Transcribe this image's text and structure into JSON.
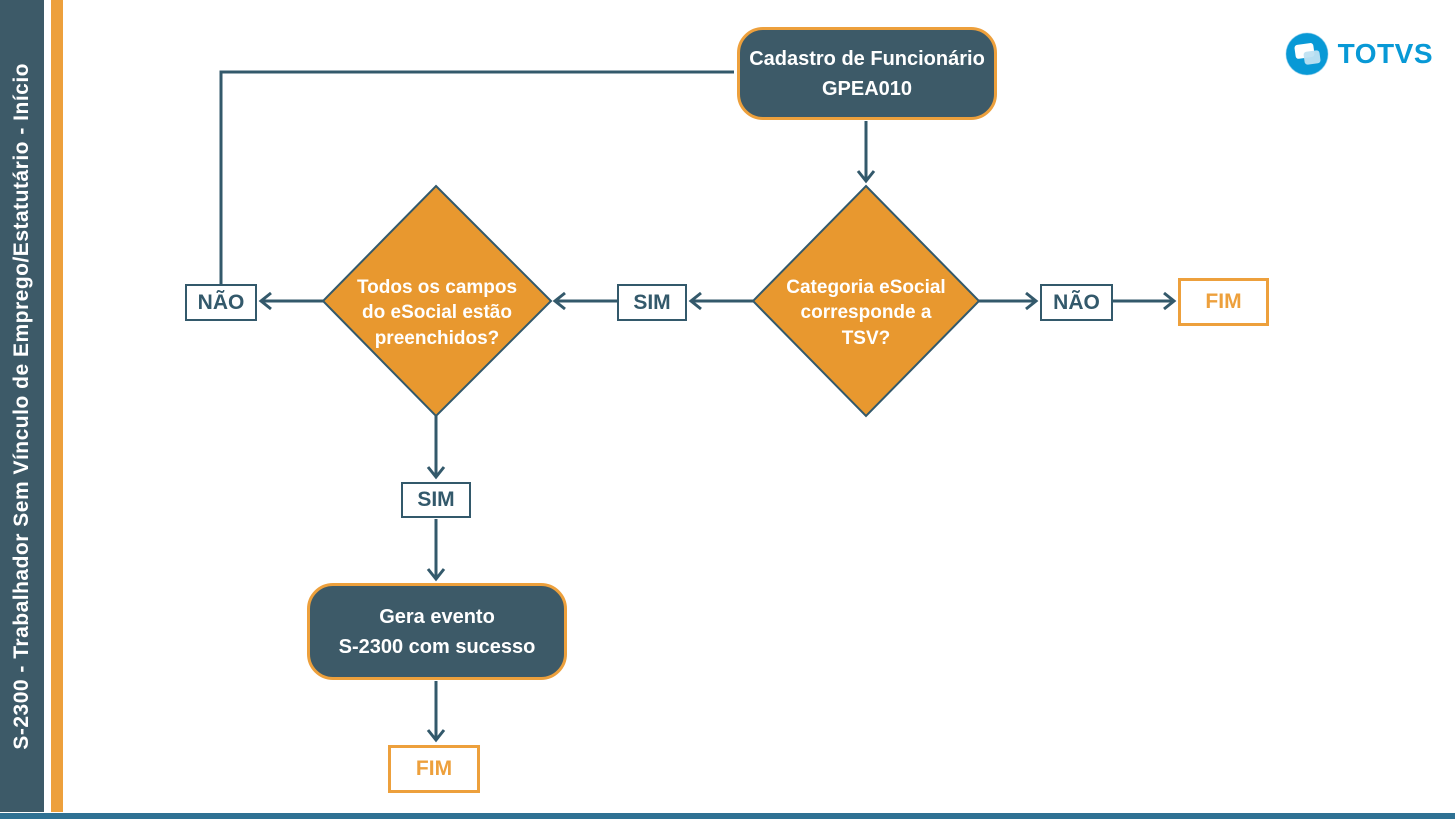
{
  "sidebar": {
    "title": "S-2300 - Trabalhador Sem Vínculo de Emprego/Estatutário - Início"
  },
  "logo": {
    "brand": "TOTVS"
  },
  "flowchart": {
    "start_box": {
      "label": "Cadastro de Funcionário\nGPEA010"
    },
    "decision_categoria": {
      "label": "Categoria eSocial\ncorresponde a\nTSV?"
    },
    "decision_campos": {
      "label": "Todos os campos\ndo eSocial estão\npreenchidos?"
    },
    "process_gera_evento": {
      "label": "Gera evento\nS-2300 com sucesso"
    },
    "labels": {
      "nao_left": "NÃO",
      "sim_middle": "SIM",
      "nao_right": "NÃO",
      "fim_right": "FIM",
      "sim_down": "SIM",
      "fim_bottom": "FIM"
    }
  },
  "colors": {
    "teal-fill": "#3D5A68",
    "line-teal": "#33596B",
    "orange-fill": "#E8982F",
    "orange-border": "#EDA03C",
    "totvs-blue": "#0899D6",
    "bottom-bar": "#2F7193"
  }
}
